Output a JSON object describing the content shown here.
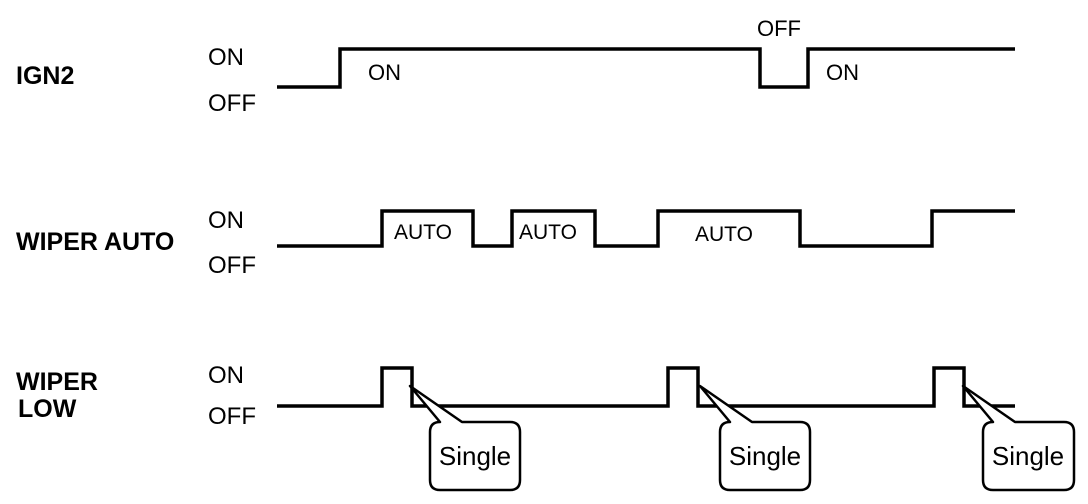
{
  "signals": [
    {
      "name": "IGN2",
      "on_label": "ON",
      "off_label": "OFF",
      "state_labels": [
        "ON",
        "OFF",
        "ON"
      ]
    },
    {
      "name": "WIPER AUTO",
      "on_label": "ON",
      "off_label": "OFF",
      "state_labels": [
        "AUTO",
        "AUTO",
        "AUTO"
      ]
    },
    {
      "name_line1": "WIPER",
      "name_line2": "LOW",
      "on_label": "ON",
      "off_label": "OFF",
      "pulse_labels": [
        "Single",
        "Single",
        "Single"
      ]
    }
  ]
}
